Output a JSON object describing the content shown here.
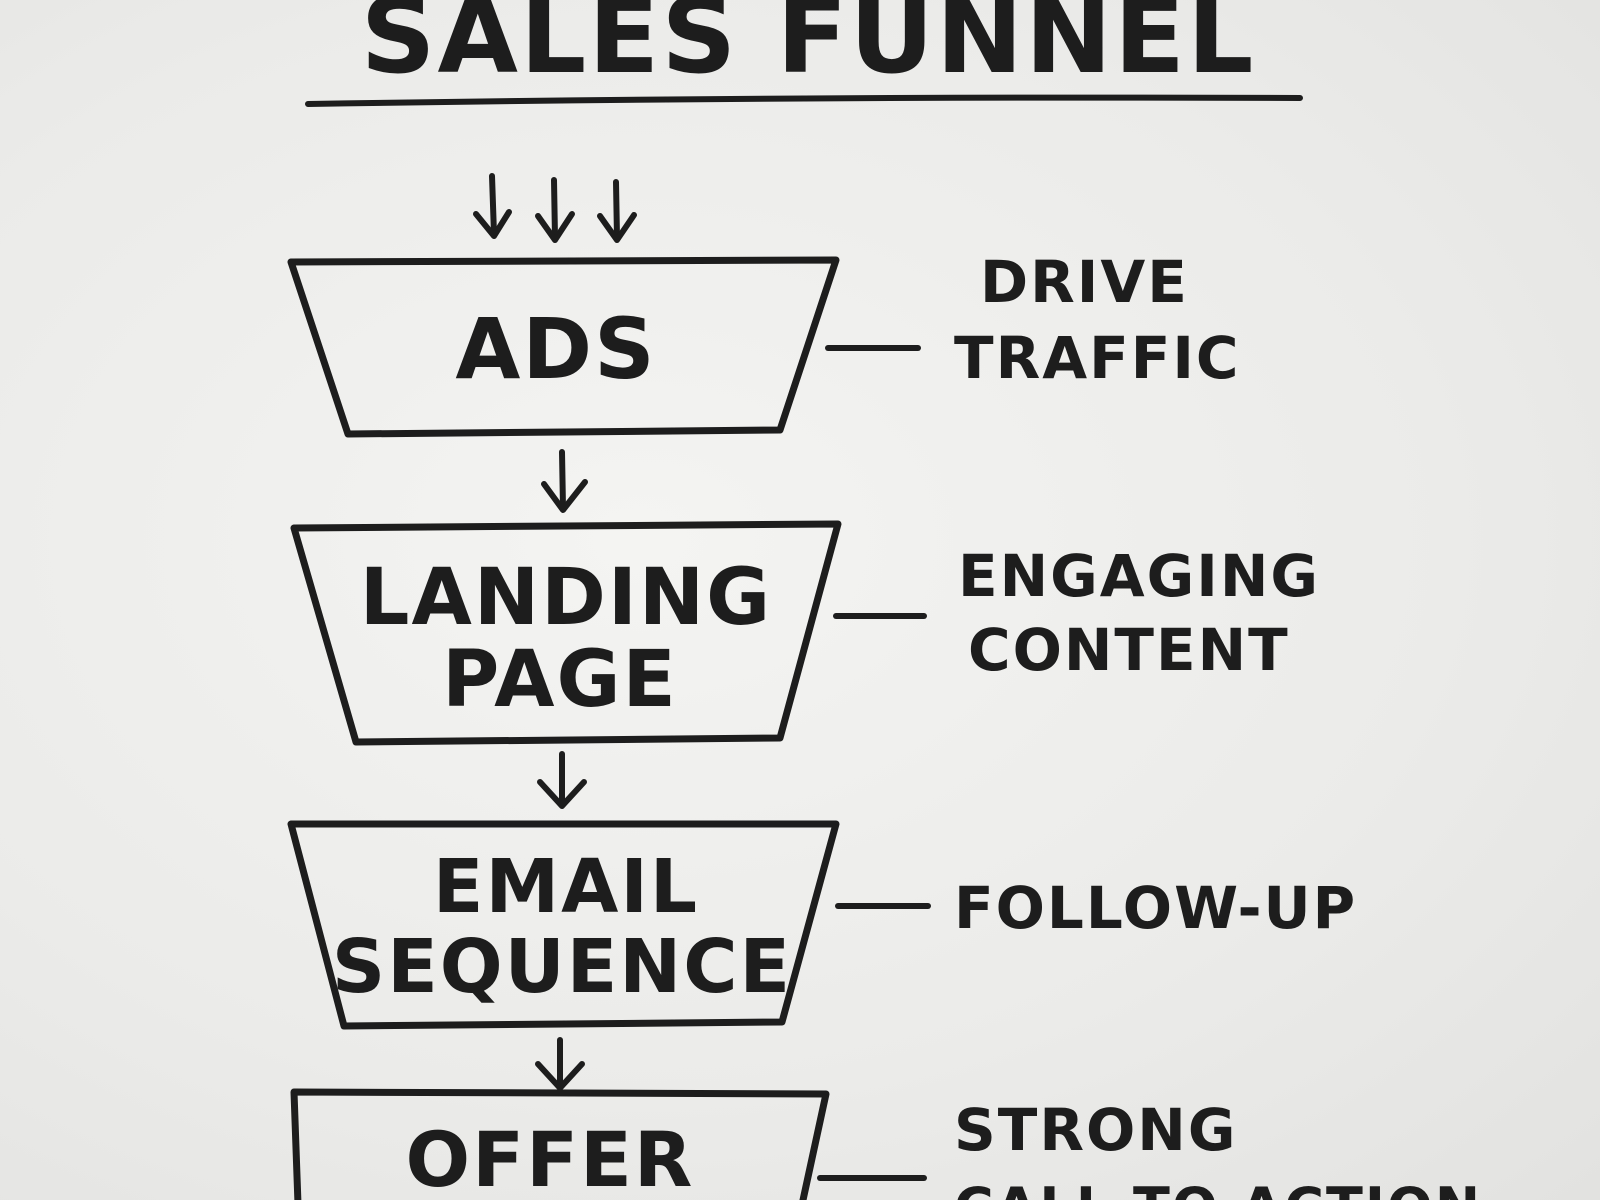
{
  "title": "SALES FUNNEL",
  "stages": [
    {
      "lines": [
        "ADS"
      ],
      "note": [
        "DRIVE",
        "TRAFFIC"
      ]
    },
    {
      "lines": [
        "LANDING",
        "PAGE"
      ],
      "note": [
        "ENGAGING",
        "CONTENT"
      ]
    },
    {
      "lines": [
        "EMAIL",
        "SEQUENCE"
      ],
      "note": [
        "FOLLOW-UP"
      ]
    },
    {
      "lines": [
        "OFFER"
      ],
      "note": [
        "STRONG",
        "CALL TO ACTION"
      ]
    }
  ],
  "colors": {
    "ink": "#1d1d1d",
    "paper": "#ececea"
  }
}
